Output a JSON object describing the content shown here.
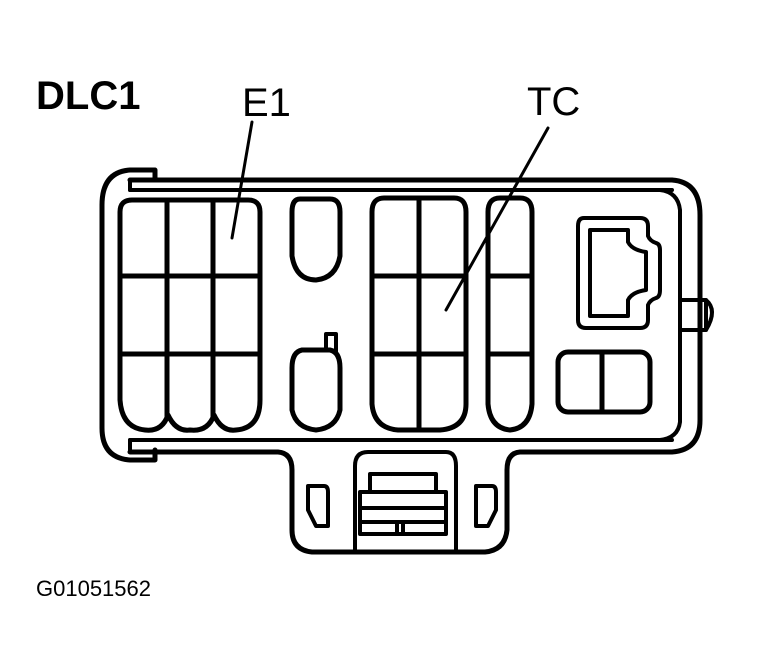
{
  "diagram": {
    "title": "DLC1",
    "figure_id": "G01051562",
    "subject": "Data Link Connector 1 (DLC1) terminal face view",
    "callouts": [
      {
        "label": "E1",
        "target": "upper-right cavity of left 3x3 terminal block"
      },
      {
        "label": "TC",
        "target": "middle-right cavity of center 2x3 terminal block"
      }
    ],
    "components": {
      "left_block": {
        "rows": 3,
        "cols": 3
      },
      "small_cavities": {
        "count": 2,
        "description": "two rounded single cavities, lower one with key tab"
      },
      "center_block": {
        "rows": 3,
        "cols": 2
      },
      "right_column": {
        "rows": 3,
        "cols": 1
      },
      "keyway": "stepped rectangular key slot at upper right",
      "lower_right_pair": {
        "rows": 1,
        "cols": 2
      },
      "side_latch": "rounded nub on right edge",
      "bottom_lock": "locking tab with two side slots and center latch"
    },
    "colors": {
      "line": "#000000",
      "background": "#ffffff"
    }
  }
}
